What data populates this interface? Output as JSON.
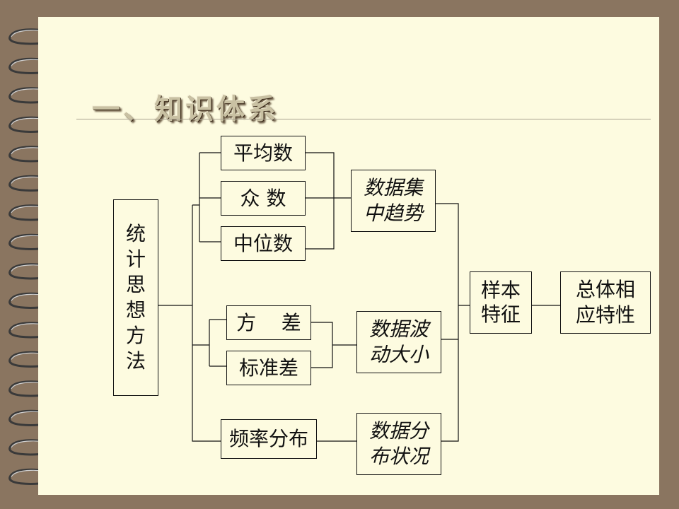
{
  "title": "一、知识体系",
  "nodes": {
    "root": "统计思想方法",
    "mean": "平均数",
    "mode": "众 数",
    "median": "中位数",
    "variance": "方    差",
    "std_dev": "标准差",
    "freq_dist": "频率分布",
    "central_tendency": "数据集中趋势",
    "fluctuation": "数据波动大小",
    "distribution": "数据分布状况",
    "sample_features": "样本特征",
    "population_features": "总体相应特性"
  },
  "colors": {
    "frame": "#8a7560",
    "page": "#fdfbe0",
    "line": "#111111"
  }
}
